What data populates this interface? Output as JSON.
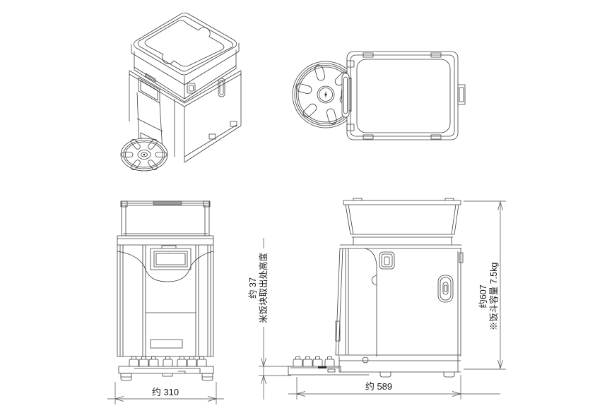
{
  "annotations": {
    "front_width": "约 310",
    "side_depth": "约 589",
    "overall_height": "约607",
    "hopper_capacity_note": "※饭斗容量 7.5kg",
    "outlet_height_value": "约 37",
    "outlet_height_label": "米饭块取出处高度"
  },
  "colors": {
    "line": "#3d3d3d",
    "background": "#ffffff",
    "groove_shade": "#9a9a9a"
  }
}
